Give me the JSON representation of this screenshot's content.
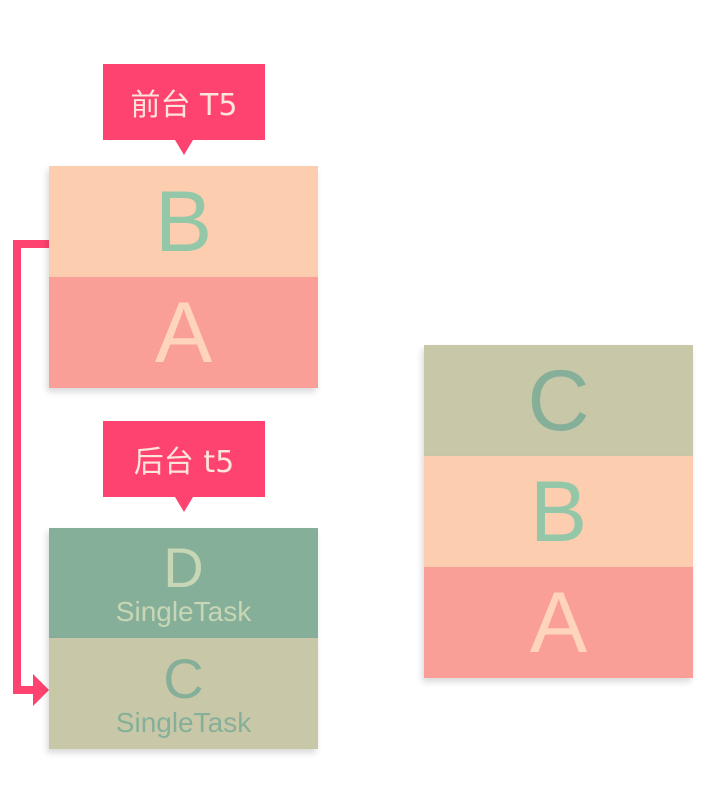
{
  "foreground": {
    "tag": "前台 T5",
    "stack": [
      {
        "letter": "B"
      },
      {
        "letter": "A"
      }
    ]
  },
  "background": {
    "tag": "后台 t5",
    "stack": [
      {
        "letter": "D",
        "sub": "SingleTask"
      },
      {
        "letter": "C",
        "sub": "SingleTask"
      }
    ]
  },
  "result": {
    "stack": [
      {
        "letter": "C"
      },
      {
        "letter": "B"
      },
      {
        "letter": "A"
      }
    ]
  },
  "colors": {
    "tag": "#FF4370",
    "peach": "#FDCDB0",
    "pink": "#F99F98",
    "green": "#86AF99",
    "olive": "#C8C8A8"
  }
}
